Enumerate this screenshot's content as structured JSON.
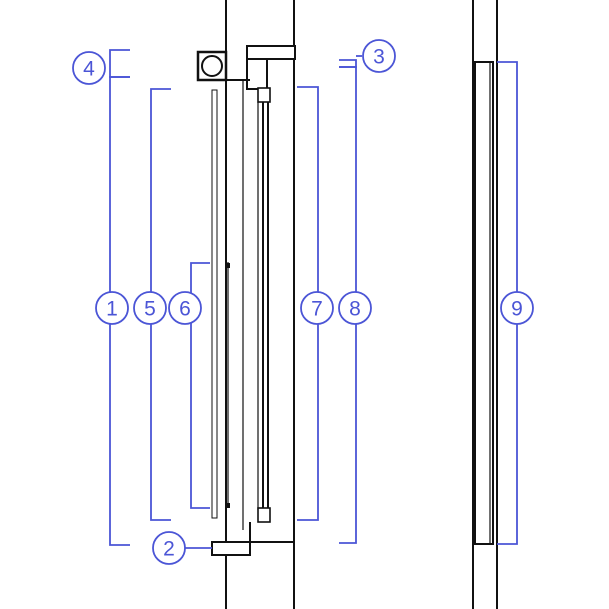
{
  "diagram": {
    "callouts": [
      {
        "id": "c1",
        "text": "1"
      },
      {
        "id": "c2",
        "text": "2"
      },
      {
        "id": "c3",
        "text": "3"
      },
      {
        "id": "c4",
        "text": "4"
      },
      {
        "id": "c5",
        "text": "5"
      },
      {
        "id": "c6",
        "text": "6"
      },
      {
        "id": "c7",
        "text": "7"
      },
      {
        "id": "c8",
        "text": "8"
      },
      {
        "id": "c9",
        "text": "9"
      }
    ],
    "colors": {
      "callout": "#4b55d6",
      "linework": "#111111",
      "background": "#ffffff"
    }
  }
}
